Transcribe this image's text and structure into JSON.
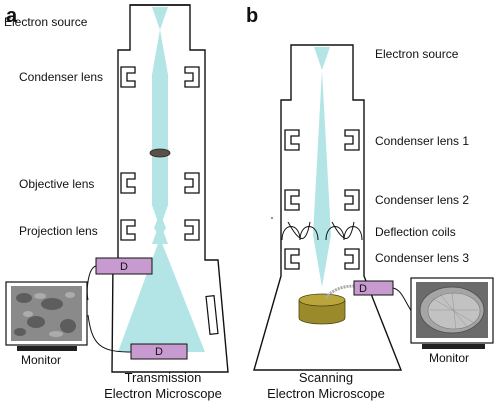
{
  "panels": {
    "a": "a",
    "b": "b"
  },
  "tem": {
    "labels": {
      "electron_source": "Electron source",
      "condenser_lens": "Condenser lens",
      "objective_lens": "Objective lens",
      "projection_lens": "Projection lens",
      "monitor": "Monitor"
    },
    "detector_top": "D",
    "detector_bottom": "D",
    "caption_line1": "Transmission",
    "caption_line2": "Electron Microscope"
  },
  "sem": {
    "labels": {
      "electron_source": "Electron source",
      "condenser_lens_1": "Condenser lens 1",
      "condenser_lens_2": "Condenser lens 2",
      "deflection_coils": "Deflection coils",
      "condenser_lens_3": "Condenser lens 3",
      "monitor": "Monitor"
    },
    "detector": "D",
    "caption_line1": "Scanning",
    "caption_line2": "Electron Microscope"
  },
  "colors": {
    "beam": "#b3e5e6",
    "detector": "#c79bd0",
    "sample": "#9a8a2a"
  }
}
